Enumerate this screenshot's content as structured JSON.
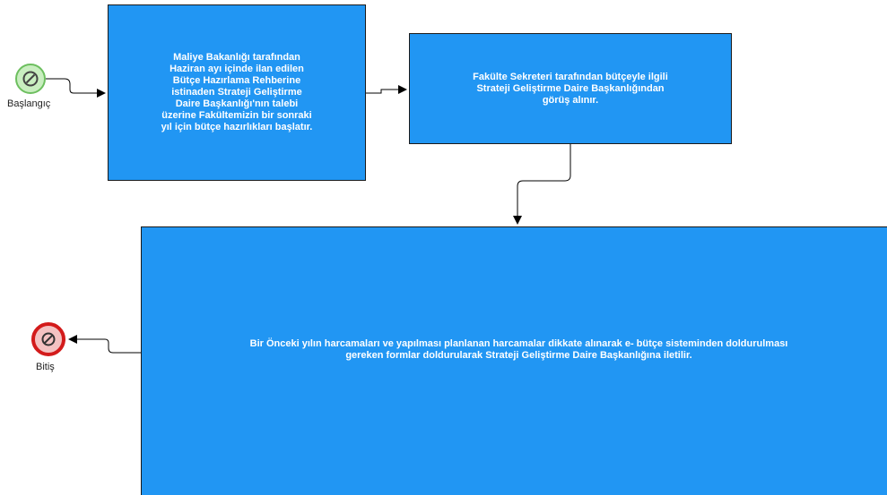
{
  "events": {
    "start": {
      "label": "Başlangıç",
      "icon": "no-entry-icon",
      "fill": "#c9eec0",
      "stroke": "#6dbf5f"
    },
    "end": {
      "label": "Bitiş",
      "icon": "no-entry-icon",
      "fill": "#f4c2c2",
      "stroke": "#d31b1b"
    }
  },
  "tasks": [
    {
      "id": "task1",
      "lines": [
        "Maliye Bakanlığı tarafından",
        "Haziran ayı içinde ilan edilen",
        "Bütçe Hazırlama Rehberine",
        "istinaden Strateji Geliştirme",
        "Daire Başkanlığı'nın talebi",
        "üzerine Fakültemizin bir sonraki",
        "yıl için bütçe hazırlıkları başlatır."
      ]
    },
    {
      "id": "task2",
      "lines": [
        "Fakülte Sekreteri tarafından bütçeyle ilgili",
        "Strateji Geliştirme Daire Başkanlığından",
        "görüş alınır."
      ]
    },
    {
      "id": "task3",
      "lines": [
        "Bir Önceki yılın harcamaları ve yapılması planlanan harcamalar dikkate alınarak e- bütçe sisteminden doldurulması",
        "gereken formlar doldurularak Strateji Geliştirme Daire Başkanlığına iletilir."
      ]
    }
  ],
  "colors": {
    "task_fill": "#2196f3",
    "task_text": "#ffffff",
    "connector": "#000000"
  }
}
